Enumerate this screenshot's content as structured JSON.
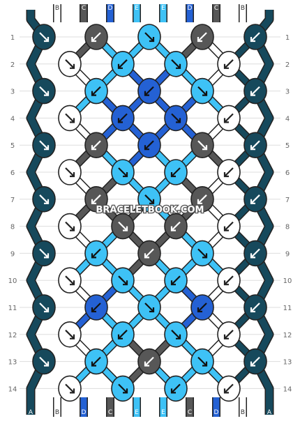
{
  "watermark": "BRACELETBOOK.COM",
  "strands_top": [
    "A",
    "B",
    "C",
    "D",
    "E",
    "E",
    "D",
    "C",
    "B",
    "A"
  ],
  "strands_bottom": [
    "A",
    "B",
    "D",
    "C",
    "E",
    "E",
    "C",
    "D",
    "B",
    "A"
  ],
  "row_numbers": [
    "1",
    "2",
    "3",
    "4",
    "5",
    "6",
    "7",
    "8",
    "9",
    "10",
    "11",
    "12",
    "13",
    "14"
  ],
  "colors": {
    "A": "#16495c",
    "B": "#ffffff",
    "C": "#575757",
    "D": "#2461d4",
    "E": "#3ec2f6",
    "outline": "#222222",
    "grid": "#dddddd"
  },
  "knots": {
    "odd": [
      [
        "A",
        "se"
      ],
      [
        "C",
        "sw"
      ],
      [
        "E",
        "se"
      ],
      [
        "C",
        "sw"
      ],
      [
        "A",
        "sw"
      ]
    ],
    "even": [
      [
        "B",
        "se"
      ],
      [
        "E",
        "sw"
      ],
      [
        "E",
        "se"
      ],
      [
        "B",
        "sw"
      ]
    ],
    "rows": [
      [
        [
          "A",
          "se"
        ],
        [
          "C",
          "sw"
        ],
        [
          "E",
          "se"
        ],
        [
          "C",
          "sw"
        ],
        [
          "A",
          "sw"
        ]
      ],
      [
        [
          "B",
          "se"
        ],
        [
          "E",
          "sw"
        ],
        [
          "E",
          "se"
        ],
        [
          "B",
          "sw"
        ]
      ],
      [
        [
          "A",
          "se"
        ],
        [
          "E",
          "sw"
        ],
        [
          "D",
          "sw"
        ],
        [
          "E",
          "se"
        ],
        [
          "A",
          "sw"
        ]
      ],
      [
        [
          "B",
          "se"
        ],
        [
          "D",
          "sw"
        ],
        [
          "D",
          "se"
        ],
        [
          "B",
          "sw"
        ]
      ],
      [
        [
          "A",
          "se"
        ],
        [
          "C",
          "sw"
        ],
        [
          "D",
          "sw"
        ],
        [
          "C",
          "se"
        ],
        [
          "A",
          "sw"
        ]
      ],
      [
        [
          "B",
          "se"
        ],
        [
          "E",
          "se"
        ],
        [
          "E",
          "sw"
        ],
        [
          "B",
          "sw"
        ]
      ],
      [
        [
          "A",
          "se"
        ],
        [
          "C",
          "sw"
        ],
        [
          "E",
          "se"
        ],
        [
          "C",
          "sw"
        ],
        [
          "A",
          "sw"
        ]
      ],
      [
        [
          "B",
          "se"
        ],
        [
          "C",
          "se"
        ],
        [
          "C",
          "sw"
        ],
        [
          "B",
          "sw"
        ]
      ],
      [
        [
          "A",
          "se"
        ],
        [
          "E",
          "sw"
        ],
        [
          "C",
          "sw"
        ],
        [
          "E",
          "se"
        ],
        [
          "A",
          "sw"
        ]
      ],
      [
        [
          "B",
          "se"
        ],
        [
          "E",
          "se"
        ],
        [
          "E",
          "sw"
        ],
        [
          "B",
          "sw"
        ]
      ],
      [
        [
          "A",
          "se"
        ],
        [
          "D",
          "sw"
        ],
        [
          "E",
          "se"
        ],
        [
          "D",
          "sw"
        ],
        [
          "A",
          "sw"
        ]
      ],
      [
        [
          "B",
          "se"
        ],
        [
          "E",
          "sw"
        ],
        [
          "E",
          "se"
        ],
        [
          "B",
          "sw"
        ]
      ],
      [
        [
          "A",
          "se"
        ],
        [
          "E",
          "sw"
        ],
        [
          "C",
          "sw"
        ],
        [
          "E",
          "se"
        ],
        [
          "A",
          "sw"
        ]
      ],
      [
        [
          "B",
          "se"
        ],
        [
          "E",
          "se"
        ],
        [
          "E",
          "sw"
        ],
        [
          "B",
          "sw"
        ]
      ]
    ]
  }
}
